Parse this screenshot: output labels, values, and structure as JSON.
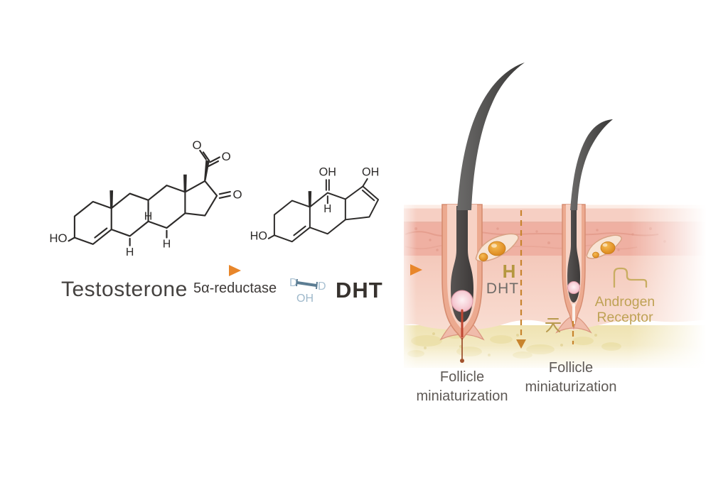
{
  "molecules": {
    "testosterone": {
      "name": "Testosterone",
      "ho": "HO",
      "o_top": "O",
      "o_side": "O",
      "o_ring": "O",
      "h1": "H",
      "h2": "H",
      "h3": "H"
    },
    "dht": {
      "name": "DHT",
      "ho": "HO",
      "oh_top": "OH",
      "oh_side": "OH",
      "h": "H"
    }
  },
  "reaction": {
    "enzyme": "5α-reductase"
  },
  "fragment": {
    "d_left": "D",
    "d_right": "D",
    "oh": "OH"
  },
  "illustration": {
    "h_label": "H",
    "dht_label": "DHT",
    "receptor_line1": "Androgen",
    "receptor_line2": "Receptor",
    "left_caption_line1": "Follicle",
    "left_caption_line2": "miniaturization",
    "right_caption_line1": "Follicle",
    "right_caption_line2": "miniaturization"
  },
  "colors": {
    "arrow_orange": "#e8862a",
    "dashed_line": "#c8842e",
    "gold_text": "#bfa255",
    "caption_gray": "#5e5955",
    "hair_dark": "#3c3a39",
    "skin_pink": "#f3c6b8",
    "fat_yellow": "#efe3b4",
    "fragment_blue": "#a9c1d2"
  }
}
